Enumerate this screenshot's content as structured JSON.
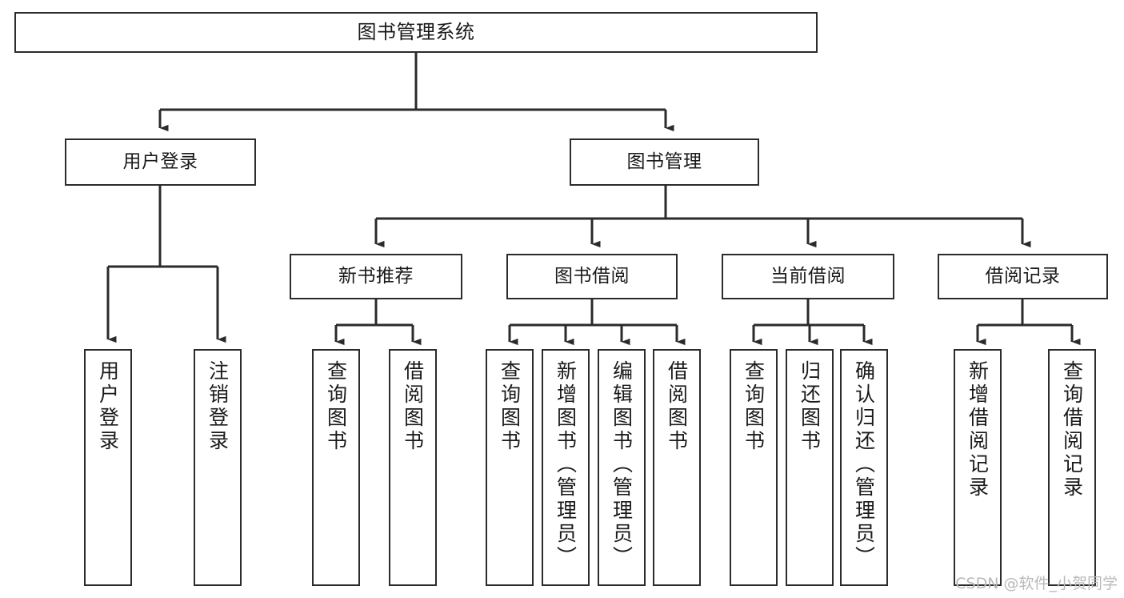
{
  "diagram": {
    "title": "图书管理系统",
    "type": "tree",
    "orientation": "top-down",
    "colors": {
      "box_border": "#2b2b2b",
      "box_fill": "#ffffff",
      "edge": "#2b2b2b",
      "text": "#1a1a1a",
      "watermark": "#b9b9b9",
      "background": "#ffffff"
    },
    "watermark": "CSDN @软件_小贺同学",
    "nodes": {
      "root": {
        "label": "图书管理系统"
      },
      "level2": [
        {
          "id": "user-login",
          "label": "用户登录"
        },
        {
          "id": "book-management",
          "label": "图书管理"
        }
      ],
      "level3": [
        {
          "id": "new-book-recommend",
          "label": "新书推荐"
        },
        {
          "id": "book-borrow",
          "label": "图书借阅"
        },
        {
          "id": "current-borrow",
          "label": "当前借阅"
        },
        {
          "id": "borrow-record",
          "label": "借阅记录"
        }
      ],
      "leaves": {
        "user_login": [
          {
            "id": "leaf-user-login",
            "label": "用户登录"
          },
          {
            "id": "leaf-logout-login",
            "label": "注销登录"
          }
        ],
        "new_book_recommend": [
          {
            "id": "leaf-query-book-1",
            "label": "查询图书"
          },
          {
            "id": "leaf-borrow-book-1",
            "label": "借阅图书"
          }
        ],
        "book_borrow": [
          {
            "id": "leaf-query-book-2",
            "label": "查询图书"
          },
          {
            "id": "leaf-add-book",
            "label": "新增图书（管理员）"
          },
          {
            "id": "leaf-edit-book",
            "label": "编辑图书（管理员）"
          },
          {
            "id": "leaf-borrow-book-2",
            "label": "借阅图书"
          }
        ],
        "current_borrow": [
          {
            "id": "leaf-query-book-3",
            "label": "查询图书"
          },
          {
            "id": "leaf-return-book",
            "label": "归还图书"
          },
          {
            "id": "leaf-confirm-return",
            "label": "确认归还（管理员）"
          }
        ],
        "borrow_record": [
          {
            "id": "leaf-add-record",
            "label": "新增借阅记录"
          },
          {
            "id": "leaf-query-record",
            "label": "查询借阅记录"
          }
        ]
      }
    }
  }
}
